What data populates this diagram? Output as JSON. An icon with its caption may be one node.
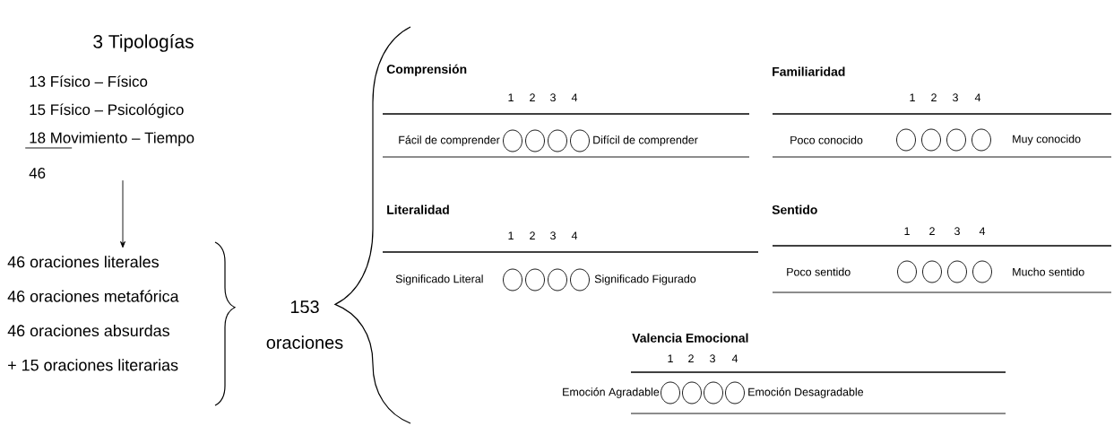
{
  "diagram": {
    "nodes": [
      {
        "text": [
          "13 Físico – Físico",
          "15 Físico – Psicológico",
          "18 Movimiento – Tiempo",
          "46"
        ]
      },
      {
        "text": [
          "46 oraciones literales",
          "46 oraciones metafórica",
          "46 oraciones absurdas",
          "+ 15 oraciones literarias"
        ]
      }
    ],
    "edges": [
      {
        "from": 0,
        "to": 1,
        "arrow": "to"
      }
    ],
    "labels": [
      "3 Tipologías",
      "153 oraciones",
      "Comprensión",
      "1",
      "2",
      "3",
      "4",
      "Fácil de comprender",
      "Difícil de comprender",
      "Familiaridad",
      "1",
      "2",
      "3",
      "4",
      "Poco conocido",
      "Muy conocido",
      "Literalidad",
      "1",
      "2",
      "3",
      "4",
      "Significado Literal",
      "Significado Figurado",
      "Sentido",
      "1",
      "2",
      "3",
      "4",
      "Poco sentido",
      "Mucho sentido",
      "Valencia Emocional",
      "1",
      "2",
      "3",
      "4",
      "Emoción Agradable",
      "Emoción Desagradable"
    ]
  }
}
